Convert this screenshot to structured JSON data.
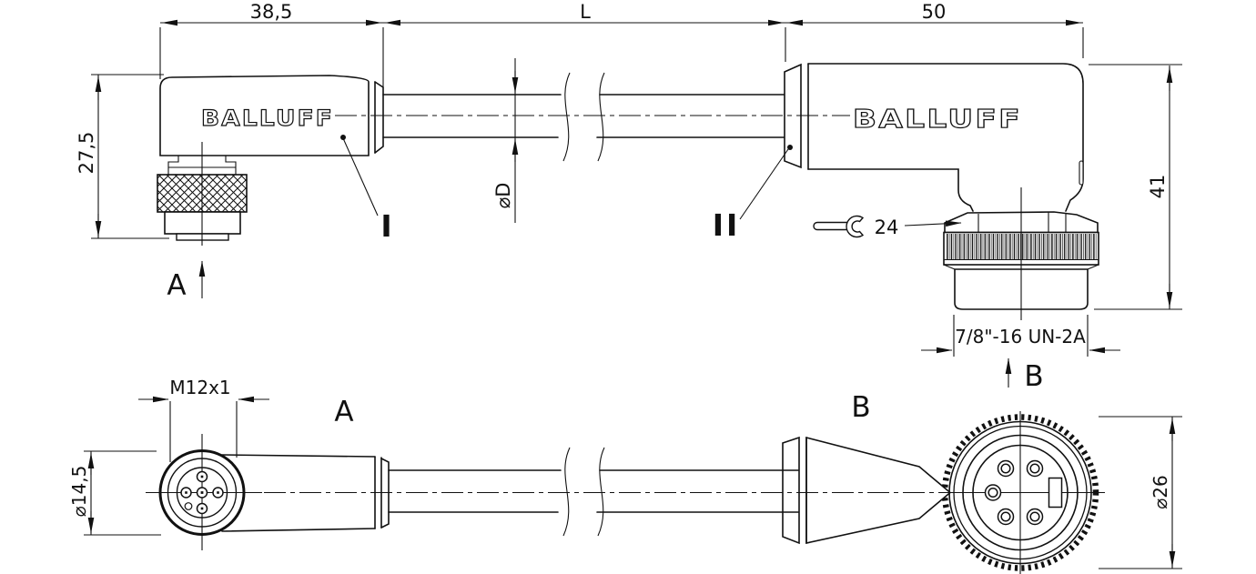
{
  "brand": "BALLUFF",
  "dimensions": {
    "connector_a_length": "38,5",
    "cable_length": "L",
    "connector_b_length": "50",
    "connector_a_height": "27,5",
    "cable_diameter": "⌀D",
    "connector_b_height": "41",
    "wrench_size": "24",
    "thread_b": "7/8\"-16 UN-2A",
    "thread_a": "M12x1",
    "face_a_diameter": "⌀14,5",
    "face_b_diameter": "⌀26"
  },
  "labels": {
    "marker_1": "I",
    "marker_2": "II",
    "view_a": "A",
    "view_b": "B"
  }
}
